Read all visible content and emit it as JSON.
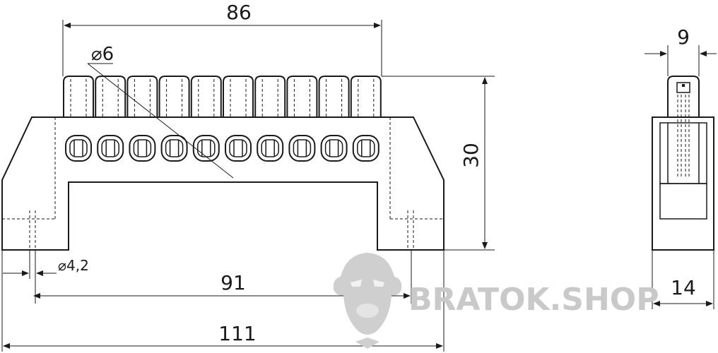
{
  "dimensions": {
    "top_width": "86",
    "hole_diameter": "⌀6",
    "height": "30",
    "mount_hole": "⌀4,2",
    "hole_spacing": "91",
    "total_length": "111",
    "side_top": "9",
    "side_width": "14"
  },
  "watermark": {
    "text": "BRATOK.SHOP"
  },
  "colors": {
    "stroke": "#1a1a1a",
    "watermark": "#c9c9c9"
  }
}
